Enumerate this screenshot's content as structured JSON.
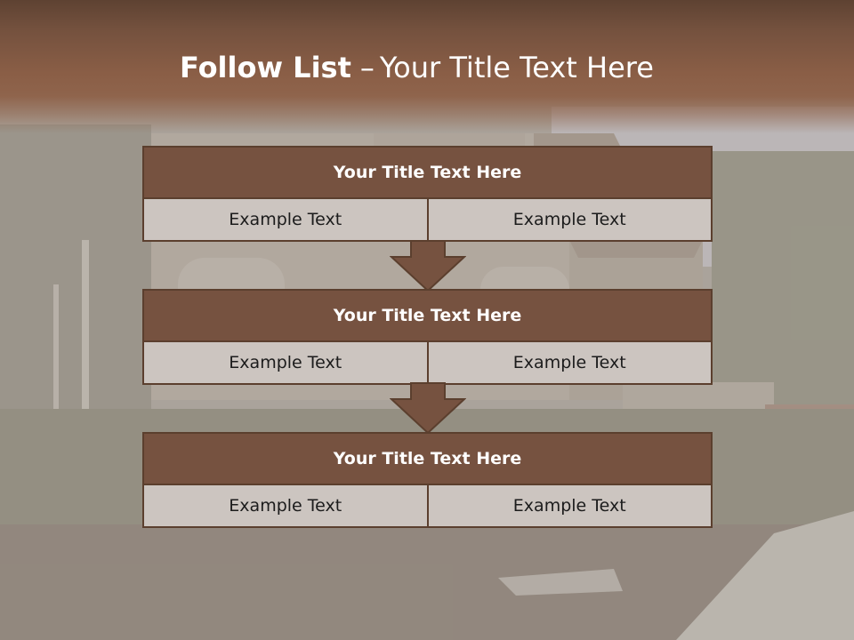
{
  "slide": {
    "title_bold": "Follow List",
    "title_separator": "–",
    "title_rest": "Your Title Text Here"
  },
  "blocks": [
    {
      "title": "Your Title Text Here",
      "left_text": "Example Text",
      "right_text": "Example Text"
    },
    {
      "title": "Your Title Text Here",
      "left_text": "Example Text",
      "right_text": "Example Text"
    },
    {
      "title": "Your Title Text Here",
      "left_text": "Example Text",
      "right_text": "Example Text"
    }
  ],
  "colors": {
    "header": "#8a5e46",
    "block_title": "#765240",
    "block_border": "#5b3f2e",
    "cell_fill": "#ccc5c0",
    "arrow": "#765240"
  },
  "icons": [
    "down-arrow-icon"
  ]
}
